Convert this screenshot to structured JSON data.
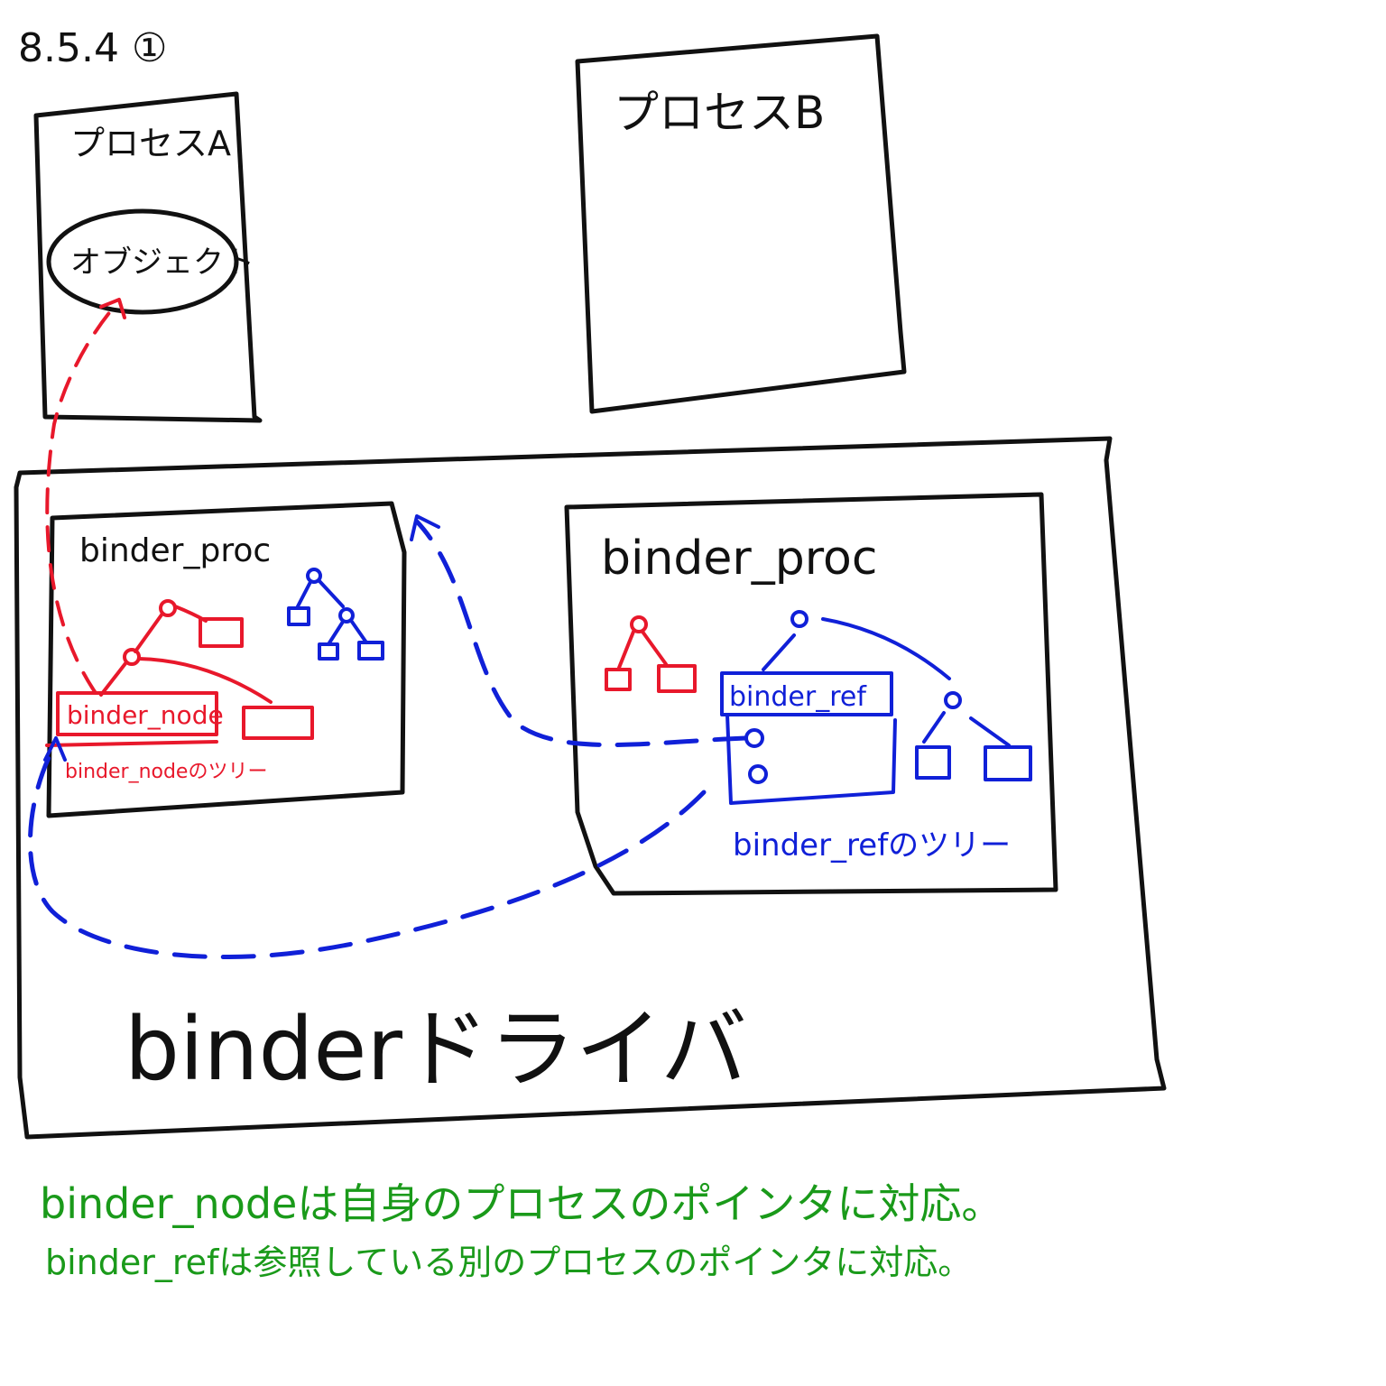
{
  "section_label": "8.5.4 ①",
  "process_a": {
    "title": "プロセスA",
    "object_label": "オブジェクト"
  },
  "process_b": {
    "title": "プロセスB"
  },
  "driver": {
    "title": "binderドライバ",
    "left_proc": {
      "title": "binder_proc",
      "node_label": "binder_node",
      "node_tree_label": "binder_nodeのツリー"
    },
    "right_proc": {
      "title": "binder_proc",
      "ref_label": "binder_ref",
      "ref_tree_label": "binder_refのツリー"
    }
  },
  "notes": [
    "binder_nodeは自身のプロセスのポインタに対応。",
    "binder_refは参照している別のプロセスのポインタに対応。"
  ],
  "colors": {
    "ink": "#111111",
    "node": "#e8182b",
    "ref": "#1020d8",
    "note": "#1a9a1a"
  }
}
